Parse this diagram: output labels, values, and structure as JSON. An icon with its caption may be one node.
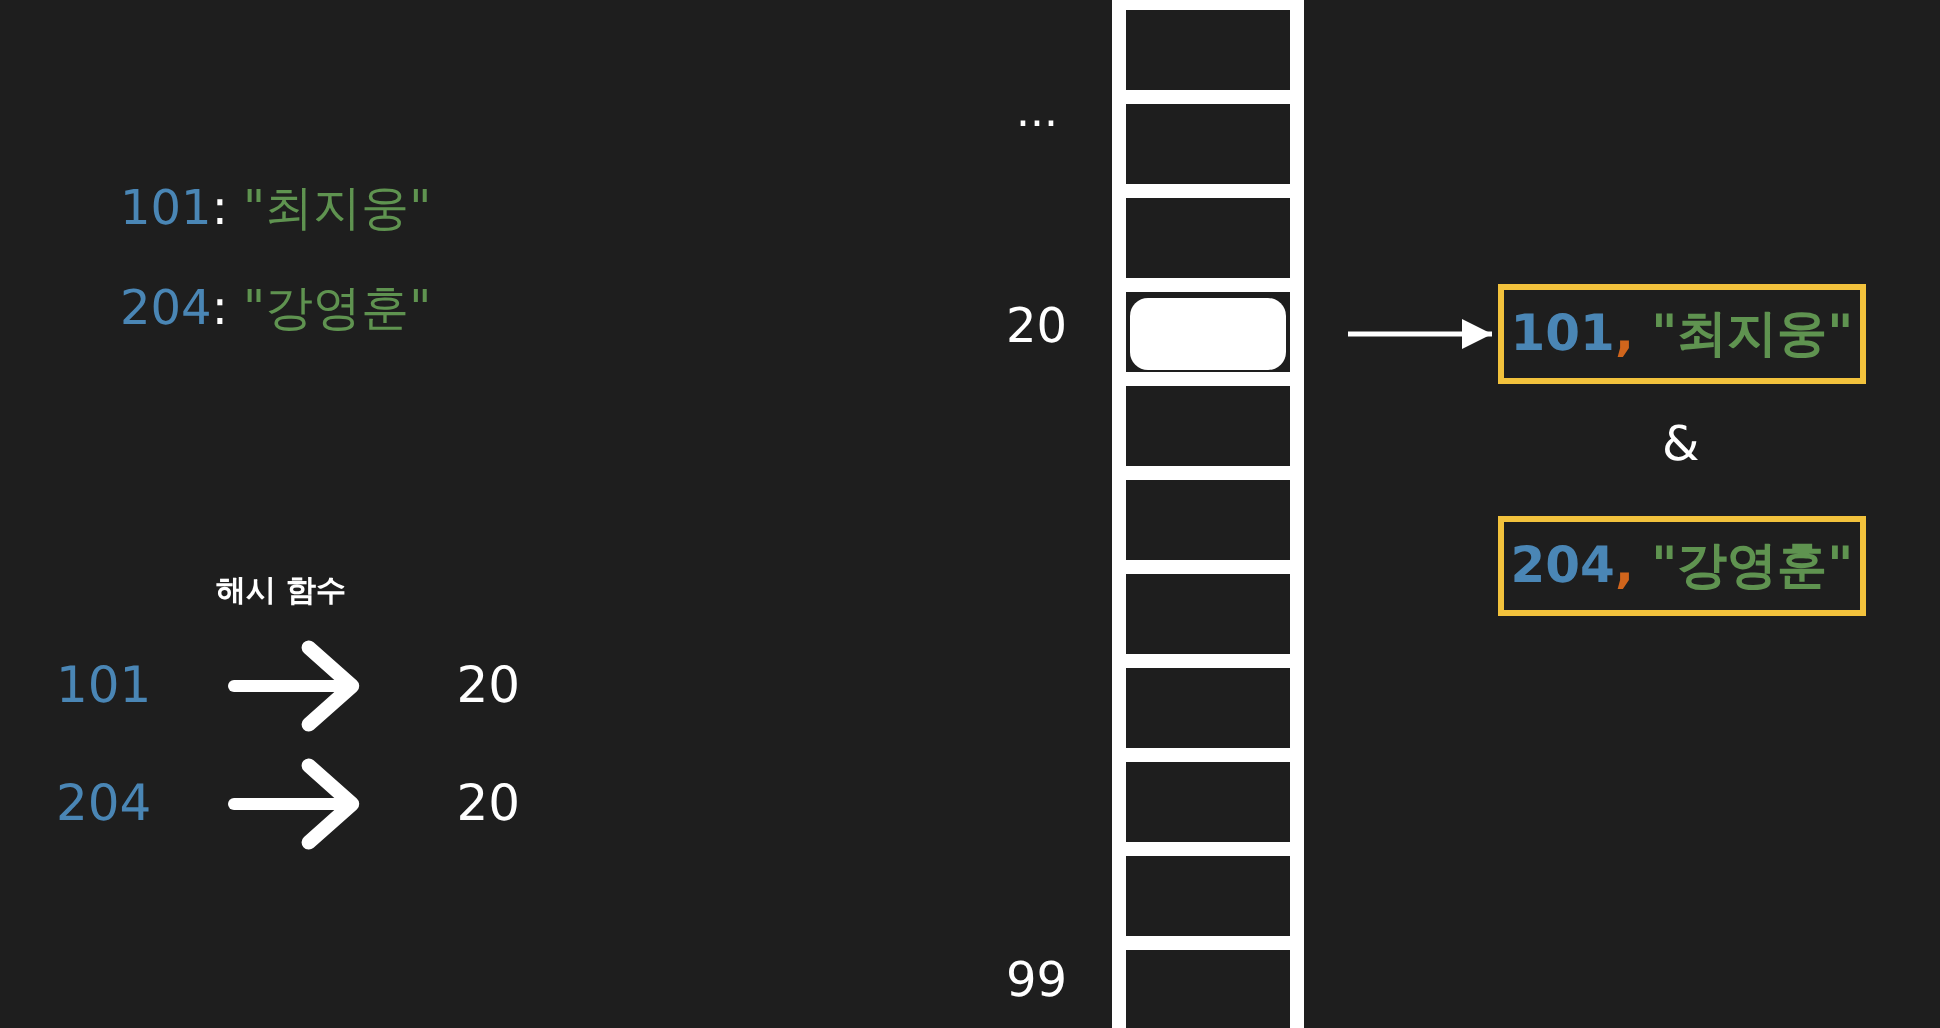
{
  "diagram": {
    "nodes": [
      {
        "text": [
          "101"
        ]
      },
      {
        "text": [
          "20"
        ]
      },
      {
        "text": [
          "204"
        ]
      },
      {
        "text": [
          "20"
        ]
      },
      {
        "text": [],
        "shape": "box"
      },
      {
        "text": [
          "101, \"최지웅\""
        ]
      },
      {
        "text": [
          "204, \"강영훈\""
        ]
      }
    ],
    "edges": [
      {
        "from": 0,
        "to": 1,
        "arrow": "to"
      },
      {
        "from": 2,
        "to": 3,
        "arrow": "to"
      },
      {
        "from": 4,
        "to": 5,
        "arrow": "to"
      }
    ],
    "labels": [
      "...",
      "101: \"최지웅\"",
      "204: \"강영훈\"",
      "20",
      "&",
      "해시 함수",
      "99"
    ]
  }
}
